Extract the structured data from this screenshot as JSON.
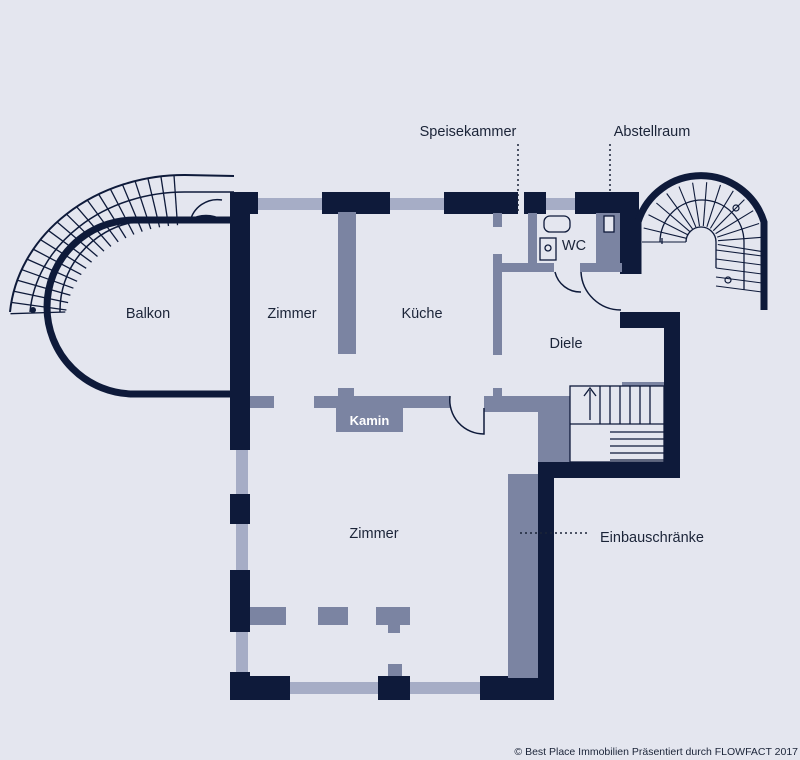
{
  "rooms": {
    "balkon": "Balkon",
    "zimmer_top": "Zimmer",
    "kueche": "Küche",
    "diele": "Diele",
    "wc": "WC",
    "kamin": "Kamin",
    "zimmer_main": "Zimmer"
  },
  "annotations": {
    "speisekammer": "Speisekammer",
    "abstellraum": "Abstellraum",
    "einbauschraenke": "Einbauschränke"
  },
  "copyright": "© Best Place Immobilien Präsentiert durch FLOWFACT 2017",
  "colors": {
    "background": "#e4e6ef",
    "wall": "#0e1a3a",
    "inner_wall": "#7b84a2",
    "window": "#a6adc6",
    "label": "#1b2438"
  }
}
